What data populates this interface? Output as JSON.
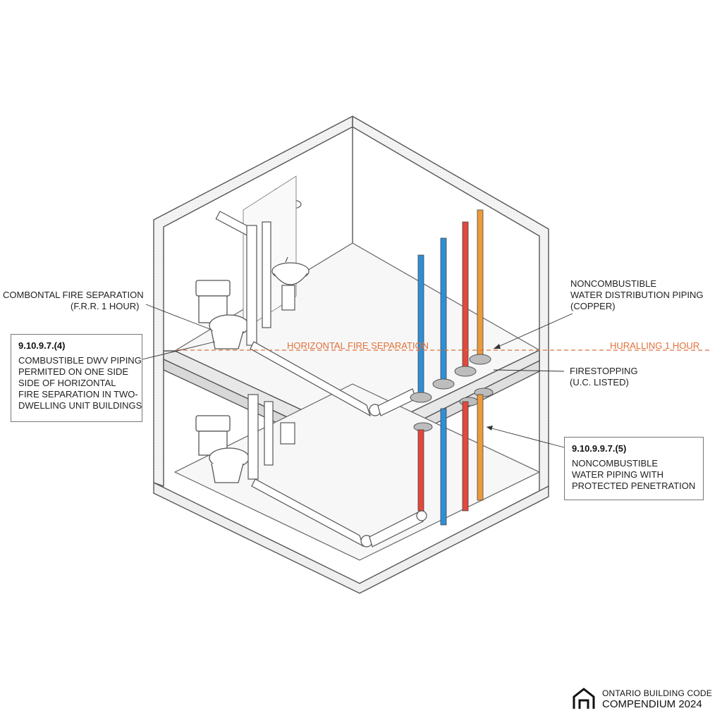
{
  "labels": {
    "combustible_sep_line1": "COMBONTAL FIRE SEPARATION",
    "combustible_sep_line2": "(F.R.R. 1 HOUR)",
    "horizontal_sep": "HORIZONTAL FIRE SEPARATION",
    "rating_right": "HURALLING 1 HOUR",
    "copper_line1": "NONCOMBUSTIBLE",
    "copper_line2": "WATER DISTRIBUTION PIPING",
    "copper_line3": "(COPPER)",
    "firestop_line1": "FIRESTOPPING",
    "firestop_line2": "(U.C. LISTED)"
  },
  "box_left": {
    "code": "9.10.9.7.(4)",
    "lines": [
      "COMBUSTIBLE DWV PIPING",
      "PERMITED ON ONE SIDE",
      "SIDE OF HORIZONTAL",
      "FIRE SEPARATION IN TWO-",
      "DWELLING UNIT BUILDINGS"
    ]
  },
  "box_right": {
    "code": "9.10.9.9.7.(5)",
    "lines": [
      "NONCOMBUSTIBLE",
      "WATER PIPING WITH",
      "PROTECTED PENETRATION"
    ]
  },
  "brand": {
    "line1": "ONTARIO BUILDING CODE",
    "line2": "COMPENDIUM 2024"
  },
  "colors": {
    "accent": "#e0703a",
    "pipe_blue": "#2f8fd6",
    "pipe_red": "#e2493b",
    "pipe_orange": "#ee9a3a",
    "outline": "#555555"
  }
}
